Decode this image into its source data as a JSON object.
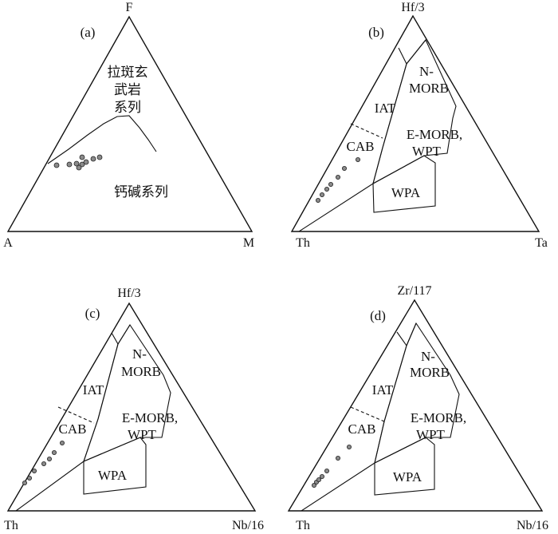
{
  "panels": [
    {
      "id": "a",
      "panel_label": "(a)",
      "apex_top": "F",
      "apex_left": "A",
      "apex_right": "M",
      "field_labels": [
        {
          "name": "tholeiite",
          "text": "拉斑玄"
        },
        {
          "name": "tholeiite-2",
          "text": "武岩"
        },
        {
          "name": "tholeiite-3",
          "text": "系列"
        },
        {
          "name": "calc-alkaline",
          "text": "钙碱系列"
        }
      ]
    },
    {
      "id": "b",
      "panel_label": "(b)",
      "apex_top": "Hf/3",
      "apex_left": "Th",
      "apex_right": "Ta",
      "field_labels": [
        {
          "name": "n-morb",
          "text": "N-"
        },
        {
          "name": "n-morb-2",
          "text": "MORB"
        },
        {
          "name": "iat",
          "text": "IAT"
        },
        {
          "name": "cab",
          "text": "CAB"
        },
        {
          "name": "e-morb",
          "text": "E-MORB,"
        },
        {
          "name": "wpt",
          "text": "WPT"
        },
        {
          "name": "wpa",
          "text": "WPA"
        }
      ]
    },
    {
      "id": "c",
      "panel_label": "(c)",
      "apex_top": "Hf/3",
      "apex_left": "Th",
      "apex_right": "Nb/16",
      "field_labels": [
        {
          "name": "n-morb",
          "text": "N-"
        },
        {
          "name": "n-morb-2",
          "text": "MORB"
        },
        {
          "name": "iat",
          "text": "IAT"
        },
        {
          "name": "cab",
          "text": "CAB"
        },
        {
          "name": "e-morb",
          "text": "E-MORB,"
        },
        {
          "name": "wpt",
          "text": "WPT"
        },
        {
          "name": "wpa",
          "text": "WPA"
        }
      ]
    },
    {
      "id": "d",
      "panel_label": "(d)",
      "apex_top": "Zr/117",
      "apex_left": "Th",
      "apex_right": "Nb/16",
      "field_labels": [
        {
          "name": "n-morb",
          "text": "N-"
        },
        {
          "name": "n-morb-2",
          "text": "MORB"
        },
        {
          "name": "iat",
          "text": "IAT"
        },
        {
          "name": "cab",
          "text": "CAB"
        },
        {
          "name": "e-morb",
          "text": "E-MORB,"
        },
        {
          "name": "wpt",
          "text": "WPT"
        },
        {
          "name": "wpa",
          "text": "WPA"
        }
      ]
    }
  ]
}
